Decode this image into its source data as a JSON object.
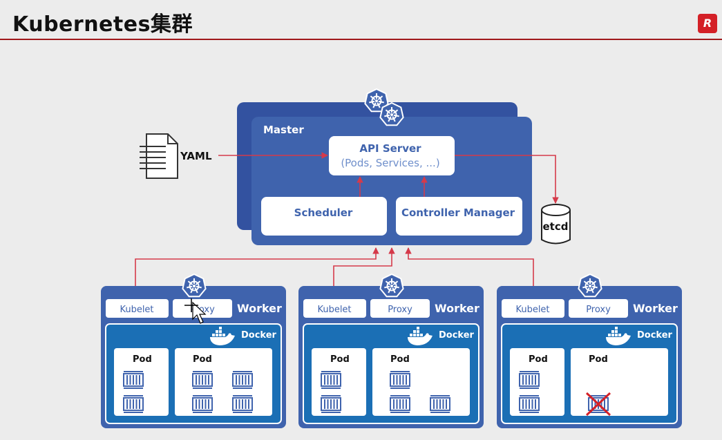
{
  "header": {
    "title": "Kubernetes集群",
    "logo_text": "R"
  },
  "input_file": {
    "label": "YAML",
    "icon": "document-icon"
  },
  "master": {
    "label": "Master",
    "api_server": {
      "title": "API Server",
      "subtitle": "(Pods, Services, ...)"
    },
    "scheduler": "Scheduler",
    "controller_manager": "Controller Manager"
  },
  "etcd": {
    "label": "etcd",
    "icon": "database-icon"
  },
  "workers": [
    {
      "label": "Worker",
      "kubelet": "Kubelet",
      "proxy": "Proxy",
      "docker": "Docker",
      "pods": [
        {
          "label": "Pod",
          "containers": 2
        },
        {
          "label": "Pod",
          "containers": 4
        }
      ]
    },
    {
      "label": "Worker",
      "kubelet": "Kubelet",
      "proxy": "Proxy",
      "docker": "Docker",
      "pods": [
        {
          "label": "Pod",
          "containers": 2
        },
        {
          "label": "Pod",
          "containers": 3
        }
      ]
    },
    {
      "label": "Worker",
      "kubelet": "Kubelet",
      "proxy": "Proxy",
      "docker": "Docker",
      "pods": [
        {
          "label": "Pod",
          "containers": 2
        },
        {
          "label": "Pod",
          "containers": 1,
          "failed": true
        }
      ]
    }
  ],
  "colors": {
    "blue": "#3f63ad",
    "dark_blue": "#3352a0",
    "docker_blue": "#1b6fb5",
    "arrow_red": "#d53a4a",
    "white": "#ffffff"
  }
}
